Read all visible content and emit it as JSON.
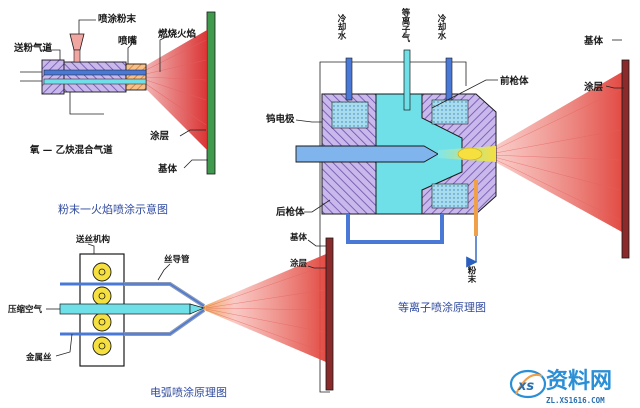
{
  "colors": {
    "outline": "#1a1a1a",
    "hatch": "#6b4ea8",
    "cyan": "#6fe0e8",
    "lilac": "#b6a7e0",
    "blue": "#4a78d6",
    "flame_red": "#d92b2b",
    "spray_red": "#f27a72",
    "orange": "#f0a048",
    "substrate_green": "#3f9a4d",
    "substrate_maroon": "#8a2a2a",
    "caption_blue": "#2f4a9e",
    "arrow_blue": "#2a5fbf",
    "yellow": "#f5e040"
  },
  "flame": {
    "caption": "粉末一火焰喷涂示意图",
    "labels": {
      "powder": "喷涂粉末",
      "feed_gas": "送粉气道",
      "nozzle": "喷嘴",
      "flame": "燃烧火焰",
      "coating": "涂层",
      "substrate": "基体",
      "gas_mix": "氧 — 乙炔混合气道"
    }
  },
  "plasma": {
    "caption": "等离子喷涂原理图",
    "labels": {
      "cool_left": "冷却水",
      "plasma_gas": "等离子气",
      "cool_right": "冷却水",
      "front_gun": "前枪体",
      "electrode": "钨电极",
      "rear_gun": "后枪体",
      "powder": "粉末",
      "substrate": "基体",
      "coating": "涂层"
    }
  },
  "arc": {
    "caption": "电弧喷涂原理图",
    "labels": {
      "feed_mech": "送丝机构",
      "wire_guide": "丝导管",
      "air": "压缩空气",
      "metal_wire": "金属丝",
      "substrate": "基体",
      "coating": "涂层"
    }
  },
  "watermark": {
    "text": "资料网",
    "url": "ZL.XS1616.COM",
    "mark_icon": "xs-logo-icon"
  }
}
